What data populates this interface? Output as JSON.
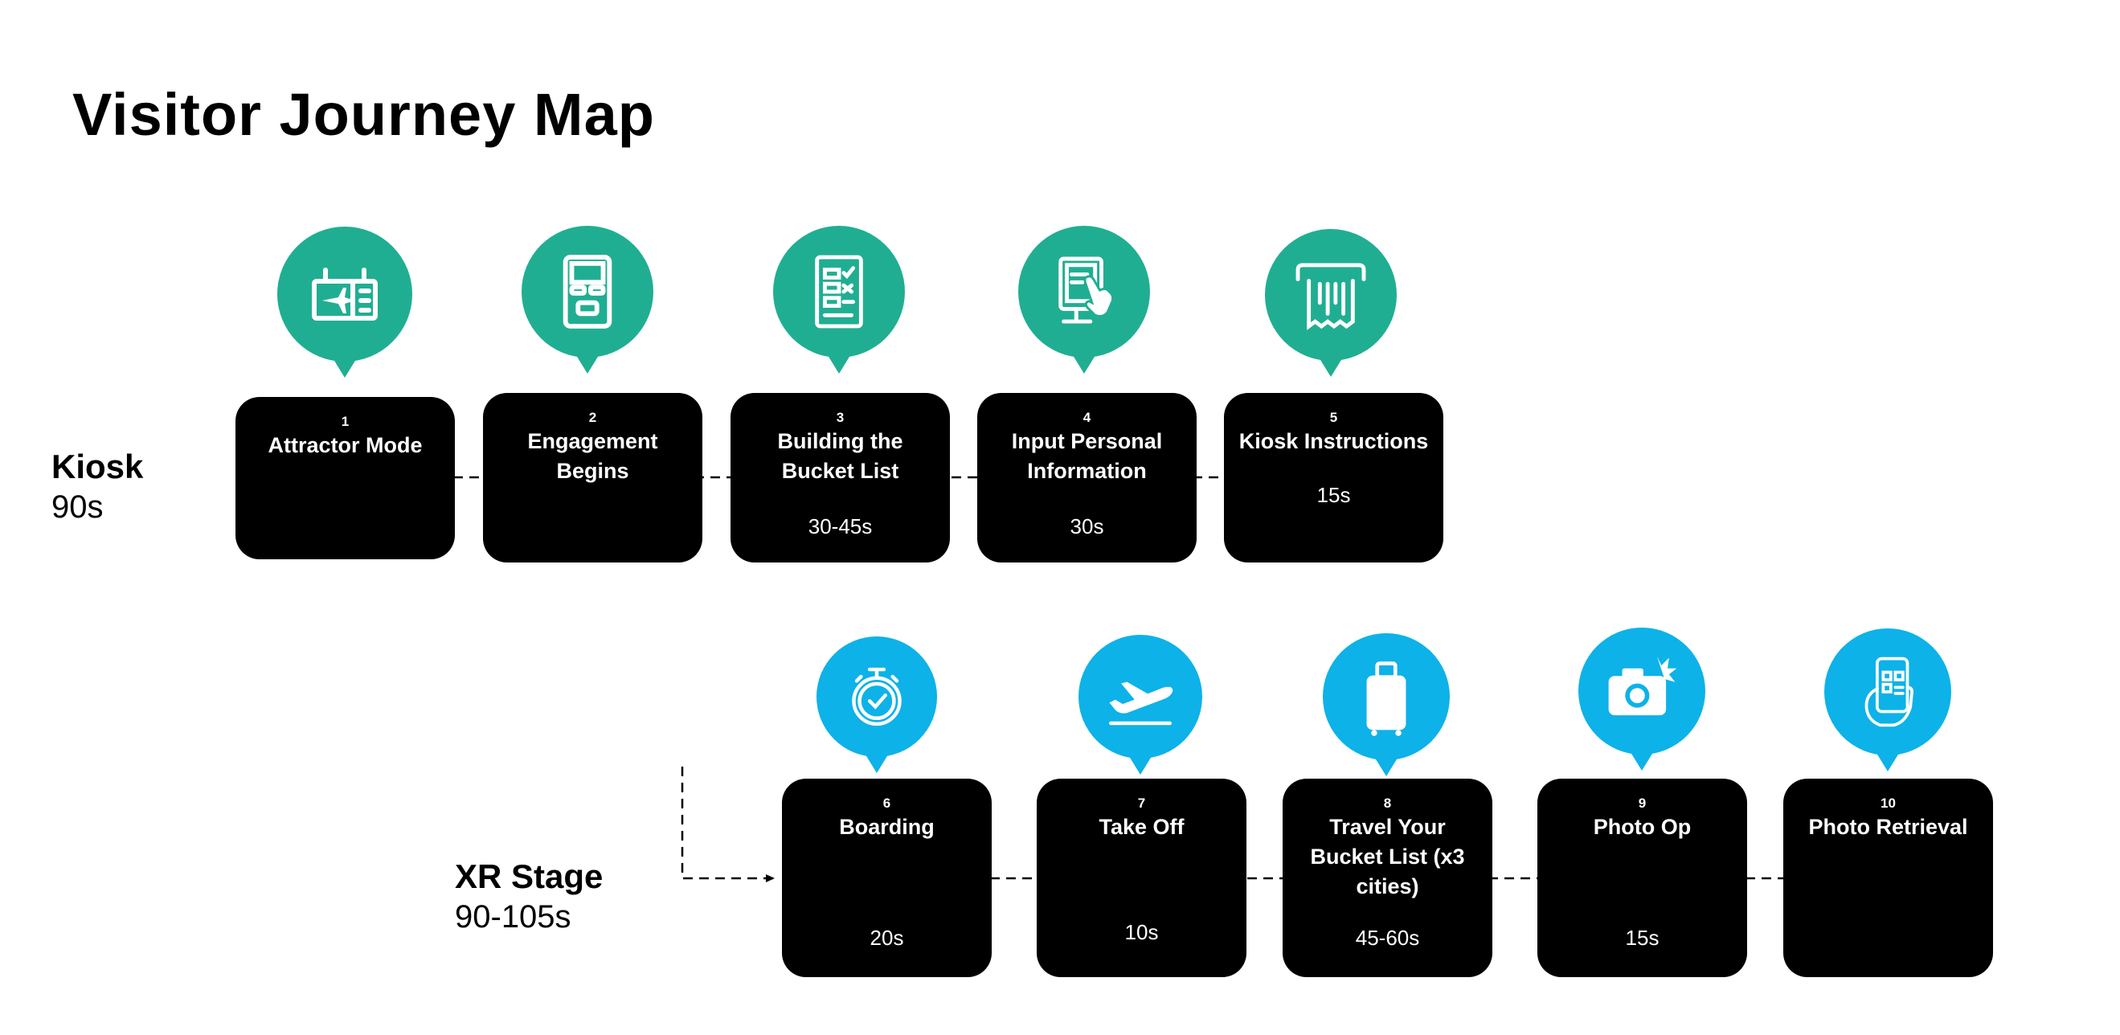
{
  "title": "Visitor Journey Map",
  "colors": {
    "kiosk_accent": "#20ae92",
    "xr_accent": "#0db2e8",
    "card": "#000000",
    "text_on_card": "#ffffff"
  },
  "rows": [
    {
      "name": "Kiosk",
      "duration": "90s"
    },
    {
      "name": "XR Stage",
      "duration": "90-105s"
    }
  ],
  "steps": [
    {
      "number": "1",
      "title": "Attractor Mode",
      "time": "",
      "icon": "departure-board-icon"
    },
    {
      "number": "2",
      "title": "Engagement Begins",
      "time": "",
      "icon": "kiosk-terminal-icon"
    },
    {
      "number": "3",
      "title": "Building the Bucket List",
      "time": "30-45s",
      "icon": "checklist-icon"
    },
    {
      "number": "4",
      "title": "Input Personal Information",
      "time": "30s",
      "icon": "touchscreen-kiosk-icon"
    },
    {
      "number": "5",
      "title": "Kiosk Instructions",
      "time": "15s",
      "icon": "ticket-printer-icon"
    },
    {
      "number": "6",
      "title": "Boarding",
      "time": "20s",
      "icon": "stopwatch-icon"
    },
    {
      "number": "7",
      "title": "Take Off",
      "time": "10s",
      "icon": "airplane-takeoff-icon"
    },
    {
      "number": "8",
      "title": "Travel Your Bucket List (x3 cities)",
      "time": "45-60s",
      "icon": "luggage-icon"
    },
    {
      "number": "9",
      "title": "Photo Op",
      "time": "15s",
      "icon": "camera-flash-icon"
    },
    {
      "number": "10",
      "title": "Photo Retrieval",
      "time": "",
      "icon": "phone-qr-icon"
    }
  ]
}
